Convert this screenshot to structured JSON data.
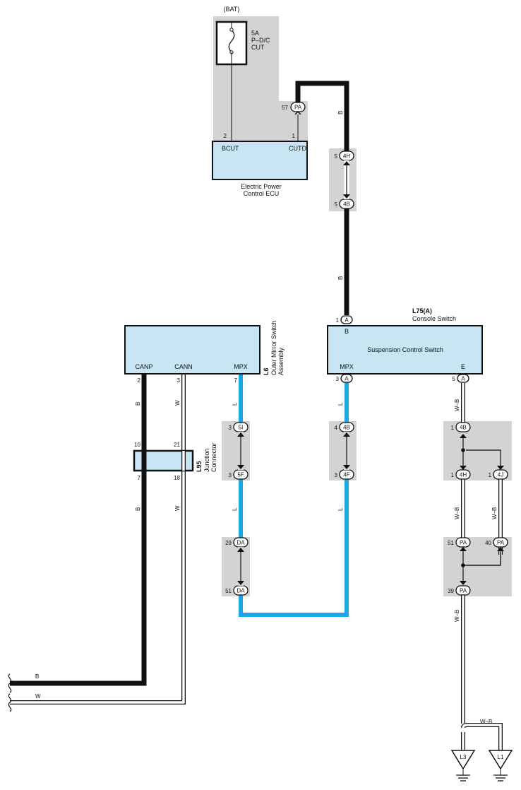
{
  "power": {
    "bat_label": "(BAT)",
    "fuse_rating": "5A",
    "fuse_name_1": "P–D/C",
    "fuse_name_2": "CUT"
  },
  "ecu": {
    "pin_bcut": "BCUT",
    "pin_cutd": "CUTD",
    "pin_num_bcut": "2",
    "pin_num_cutd": "1",
    "name_1": "Electric Power",
    "name_2": "Control ECU"
  },
  "console": {
    "code": "L75(A)",
    "name": "Console Switch",
    "inner_name": "Suspension Control Switch",
    "pin_b": "B",
    "pin_mpx": "MPX",
    "pin_e": "E",
    "num_b": "1",
    "num_mpx": "3",
    "num_e": "5",
    "conn_b": "A",
    "conn_mpx": "A",
    "conn_e": "A"
  },
  "mirror": {
    "code": "L6",
    "name_1": "Outer Mirror Switch",
    "name_2": "Assembly",
    "pin_canp": "CANP",
    "pin_cann": "CANN",
    "pin_mpx": "MPX",
    "num_canp": "2",
    "num_cann": "3",
    "num_mpx": "7"
  },
  "junction": {
    "code": "L95",
    "name_1": "Junction",
    "name_2": "Connector",
    "num_in_b": "10",
    "num_in_w": "21",
    "num_out_b": "7",
    "num_out_w": "18"
  },
  "wires": {
    "b": "B",
    "w": "W",
    "l": "L",
    "wb": "W–B"
  },
  "connectors": {
    "pa57": {
      "num": "57",
      "code": "PA"
    },
    "h4": {
      "num": "5",
      "code": "4H"
    },
    "b4": {
      "num": "5",
      "code": "4B"
    },
    "i5": {
      "num": "3",
      "code": "5I"
    },
    "f5": {
      "num": "3",
      "code": "5F"
    },
    "da29": {
      "num": "29",
      "code": "DA"
    },
    "da51": {
      "num": "51",
      "code": "DA"
    },
    "b4m": {
      "num": "4",
      "code": "4B"
    },
    "f4m": {
      "num": "3",
      "code": "4F"
    },
    "b4e": {
      "num": "1",
      "code": "4B"
    },
    "h4e": {
      "num": "1",
      "code": "4H"
    },
    "j4e": {
      "num": "1",
      "code": "4J"
    },
    "pa51": {
      "num": "51",
      "code": "PA"
    },
    "pa40": {
      "num": "40",
      "code": "PA"
    },
    "pa39": {
      "num": "39",
      "code": "PA"
    }
  },
  "grounds": {
    "l3": "L3",
    "l1": "L1"
  },
  "colors": {
    "wire_black": "#111111",
    "wire_blue": "#1aa7e8",
    "component_fill": "#c7e5f3",
    "splice_panel": "#d3d3d3"
  }
}
